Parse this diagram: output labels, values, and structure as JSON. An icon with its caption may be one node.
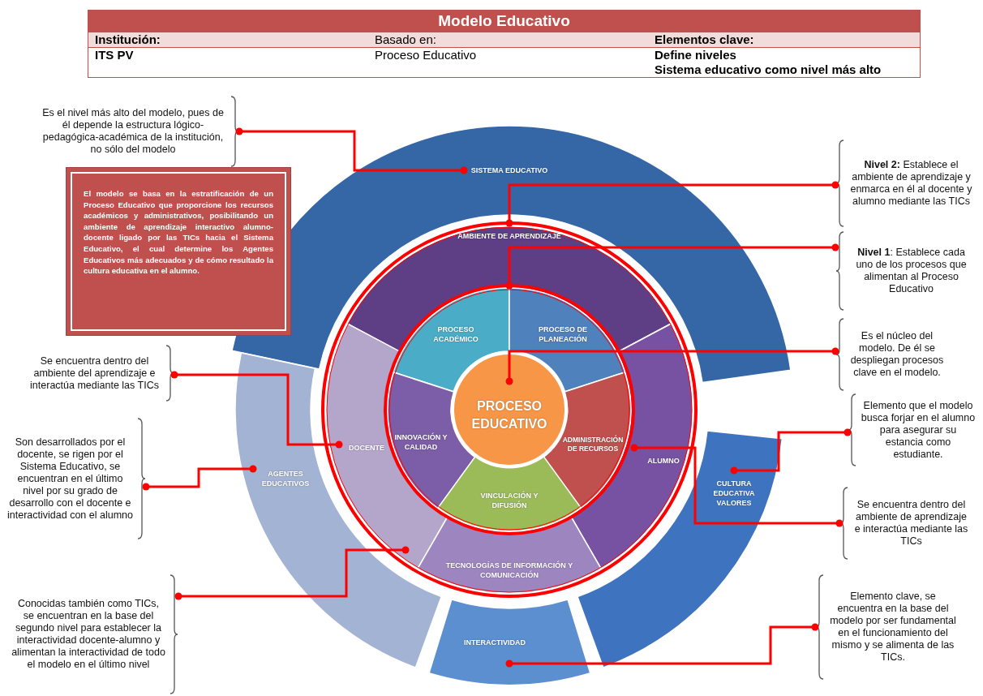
{
  "diagram": {
    "title": "Modelo Educativo",
    "nodes": [
      {
        "text": [
          "SISTEMA EDUCATIVO"
        ]
      },
      {
        "text": [],
        "shape": "circle"
      },
      {
        "text": [
          "AMBIENTE DE APRENDIZAJE"
        ],
        "in": 1
      },
      {
        "text": [],
        "shape": "circle",
        "in": 1
      },
      {
        "text": [
          "PROCESO ACADÉMICO"
        ],
        "in": 3
      },
      {
        "text": [
          "PROCESO DE PLANEACIÓN"
        ],
        "in": 3
      },
      {
        "text": [
          "PROCESO EDUCATIVO"
        ],
        "in": 3
      },
      {
        "text": [
          "INNOVACIÓN Y CALIDAD"
        ],
        "in": 3
      },
      {
        "text": [
          "ADMINISTRACIÓN DE RECURSOS"
        ],
        "in": 3
      },
      {
        "text": [
          "DOCENTE"
        ],
        "in": 1
      },
      {
        "text": [
          "ALUMNO"
        ],
        "in": 1
      },
      {
        "text": [
          "AGENTES EDUCATIVOS"
        ]
      },
      {
        "text": [
          "VINCULACIÓN Y DIFUSIÓN"
        ],
        "in": 3
      },
      {
        "text": [
          "CULTURA EDUCATIVA VALORES"
        ]
      },
      {
        "text": [
          "TECNOLOGÍAS DE INFORMACIÓN Y COMUNICACIÓN"
        ],
        "in": 1
      },
      {
        "text": [
          "INTERACTIVIDAD"
        ]
      },
      {
        "text": [
          "El modelo se basa en la estratificación de un Proceso Educativo que proporcione los recursos académicos y administrativos, posibilitando un ambiente de aprendizaje interactivo alumno-docente ligado por las TICs hacia el Sistema Educativo, el cual determine los Agentes Educativos más adecuados y de cómo resultado la cultura educativa en el alumno."
        ]
      },
      {
        "text": [
          "Es el nivel más alto del modelo, pues de él depende la estructura lógico-pedagógica-académica de la institución, no sólo del modelo"
        ]
      },
      {
        "text": [
          "**Nivel 2:** Establece el ambiente de aprendizaje y enmarca en él al docente y alumno mediante las TICs"
        ]
      },
      {
        "text": [
          "**Nivel 1**: Establece cada uno de los procesos que alimentan al Proceso Educativo"
        ]
      },
      {
        "text": [
          "Se encuentra dentro del ambiente del aprendizaje e interactúa mediante las TICs"
        ]
      },
      {
        "text": [
          "Es el núcleo del modelo. De él se despliegan procesos clave en el modelo."
        ]
      },
      {
        "text": [
          "Elemento que el modelo busca forjar en el alumno para asegurar su estancia como estudiante."
        ]
      },
      {
        "text": [
          "Son desarrollados por el docente, se rigen por el Sistema Educativo, se encuentran en el último nivel por su grado de desarrollo con el docente e interactividad con el alumno"
        ]
      },
      {
        "text": [
          "Se encuentra dentro del ambiente de aprendizaje e interactúa mediante las TICs"
        ]
      },
      {
        "text": [
          "Conocidas también como TICs, se encuentran en la base del segundo nivel para establecer la interactividad docente-alumno y alimentan la interactividad de todo el modelo en el último nivel"
        ]
      },
      {
        "text": [
          "Elemento clave, se encuentra en la base del modelo por ser fundamental en el funcionamiento del mismo y se alimenta de las TICs."
        ]
      }
    ],
    "edges": [
      {
        "from": 17,
        "to": 0,
        "arrow": "other"
      },
      {
        "from": 18,
        "to": 1,
        "arrow": "other"
      },
      {
        "from": 19,
        "to": 3,
        "arrow": "other"
      },
      {
        "from": 20,
        "to": 9,
        "arrow": "other"
      },
      {
        "from": 21,
        "to": 6,
        "arrow": "other"
      },
      {
        "from": 22,
        "to": 13,
        "arrow": "other"
      },
      {
        "from": 23,
        "to": 11,
        "arrow": "other"
      },
      {
        "from": 24,
        "to": 10,
        "arrow": "other"
      },
      {
        "from": 25,
        "to": 14,
        "arrow": "other"
      },
      {
        "from": 26,
        "to": 15,
        "arrow": "other"
      }
    ],
    "labels": [
      "Institución:",
      "Basado en:",
      "Elementos clave:",
      "ITS PV",
      "Proceso Educativo",
      "Define niveles",
      "Sistema educativo como nivel más alto"
    ]
  }
}
